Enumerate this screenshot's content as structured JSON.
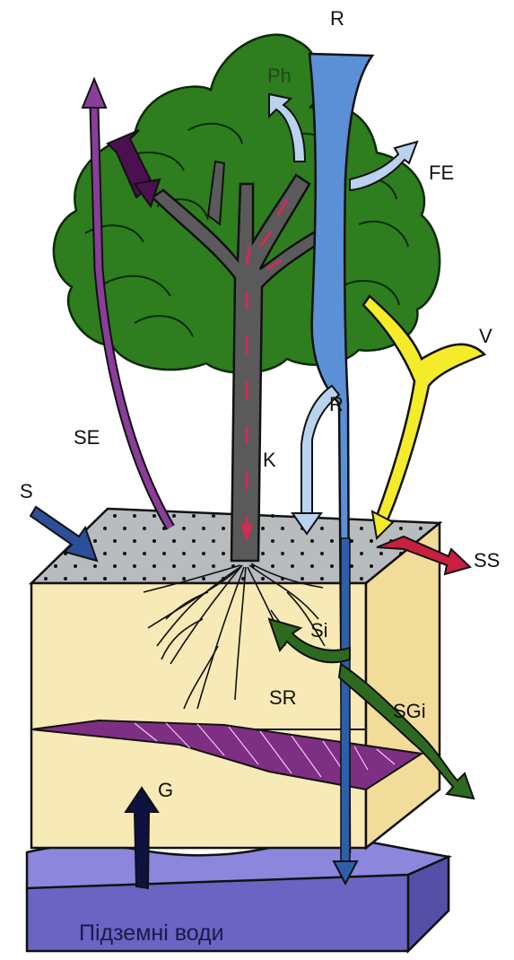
{
  "labels": {
    "R_top": "R",
    "R_mid": "R",
    "Ph": "Ph",
    "FE": "FE",
    "V": "V",
    "SE": "SE",
    "S": "S",
    "K": "K",
    "SS": "SS",
    "Si": "Si",
    "SR": "SR",
    "SGi": "SGi",
    "G": "G",
    "groundwater": "Підземні води"
  },
  "colors": {
    "canopy": "#2e7d1f",
    "canopy_outline": "#0d2a08",
    "trunk": "#5a5a5a",
    "sap_arrow": "#d42a56",
    "rain": "#5b8fd6",
    "rain_light": "#b9d3ef",
    "evaporation_trunk": "#8a3d9a",
    "evaporation_head": "#4a1050",
    "vapor": "#f4ec2a",
    "surface_inflow": "#2c4f9a",
    "surface_runoff": "#c8203e",
    "soil": "#f8eab7",
    "litter": "#b8bcbf",
    "clay_layer": "#7e2f83",
    "subsurface_flow": "#2d6a1f",
    "groundwater": "#6b64c2",
    "groundwater_arrow": "#0d1240"
  }
}
